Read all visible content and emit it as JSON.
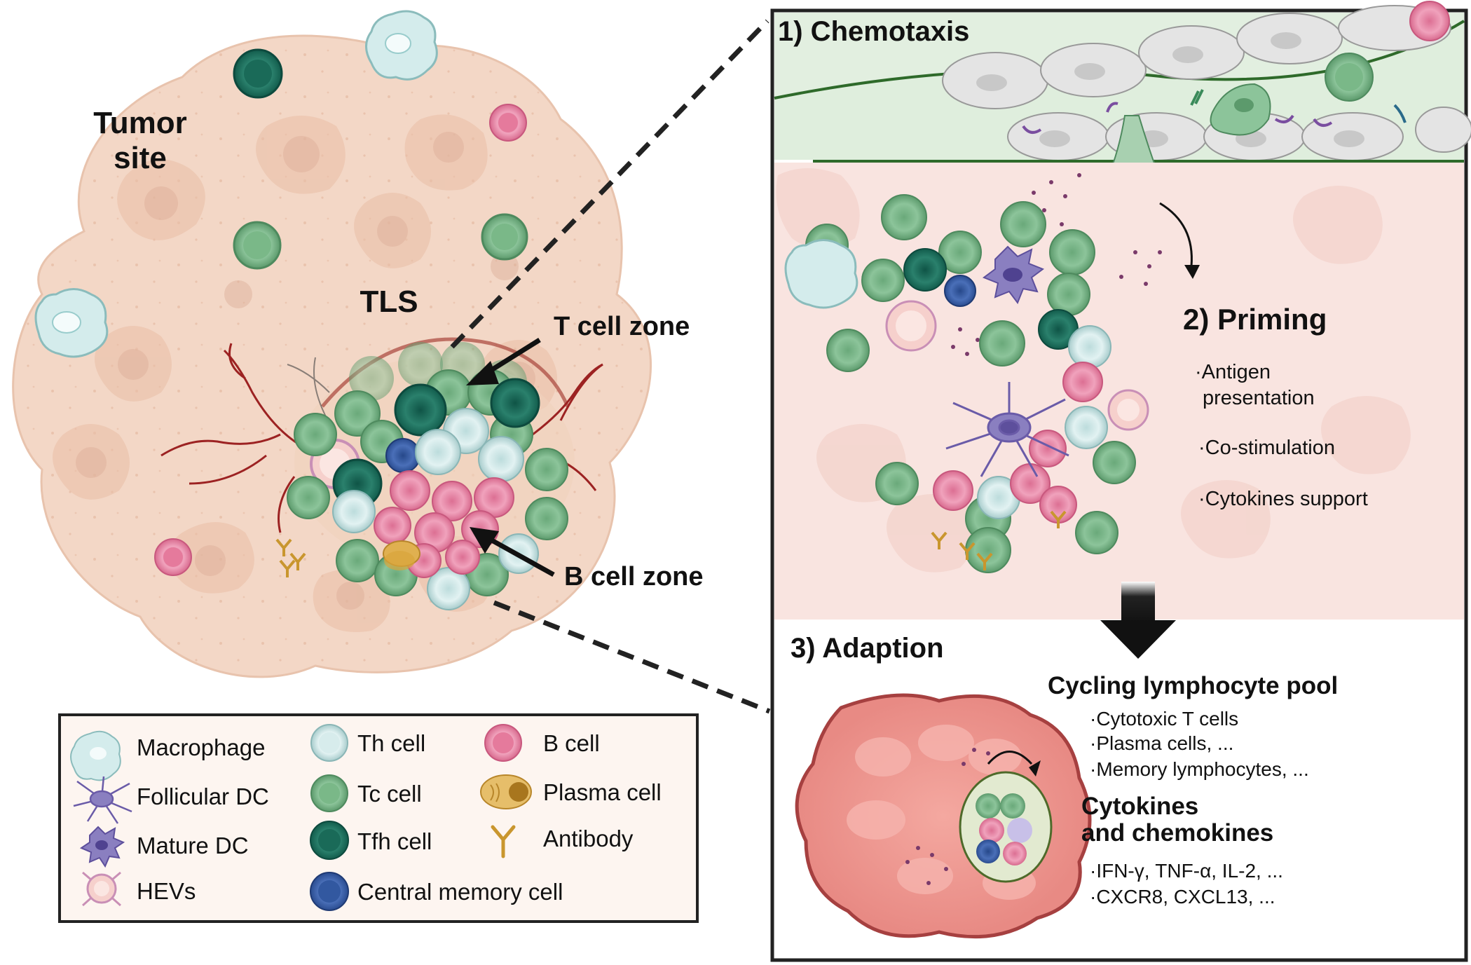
{
  "left_panel": {
    "tumor_label_line1": "Tumor",
    "tumor_label_line2": "site",
    "tls_label": "TLS",
    "t_zone_label": "T cell zone",
    "b_zone_label": "B cell zone"
  },
  "legend": {
    "col1": [
      "Macrophage",
      "Follicular DC",
      "Mature DC",
      "HEVs"
    ],
    "col2": [
      "Th cell",
      "Tc cell",
      "Tfh cell",
      "Central memory cell"
    ],
    "col3": [
      "B cell",
      "Plasma cell",
      "Antibody"
    ]
  },
  "right_panel": {
    "chemotaxis_title": "1) Chemotaxis",
    "priming_title": "2) Priming",
    "priming_items": [
      "·Antigen",
      "presentation",
      "·Co-stimulation",
      "·Cytokines support"
    ],
    "adaption_title": "3) Adaption",
    "pool_title": "Cycling lymphocyte pool",
    "pool_items": [
      "·Cytotoxic T cells",
      "·Plasma cells, ...",
      "·Memory lymphocytes, ..."
    ],
    "cytokines_title_line1": "Cytokines",
    "cytokines_title_line2": "and chemokines",
    "cytokines_items": [
      "·IFN-γ, TNF-α, IL-2, ...",
      "·CXCR8, CXCL13, ..."
    ]
  },
  "colors": {
    "tumor": "#f2d5c4",
    "tumor_dark": "#e8bfa8",
    "tc_cell": "#7fba8c",
    "tfh_cell": "#1f6e5c",
    "th_cell": "#cfe8e8",
    "b_cell": "#e88aaa",
    "cm_cell": "#3b5ea8",
    "plasma": "#d9a53a",
    "dc": "#8a7fc0",
    "vessel": "#9c2222",
    "endothelium": "#d8ebd6"
  }
}
